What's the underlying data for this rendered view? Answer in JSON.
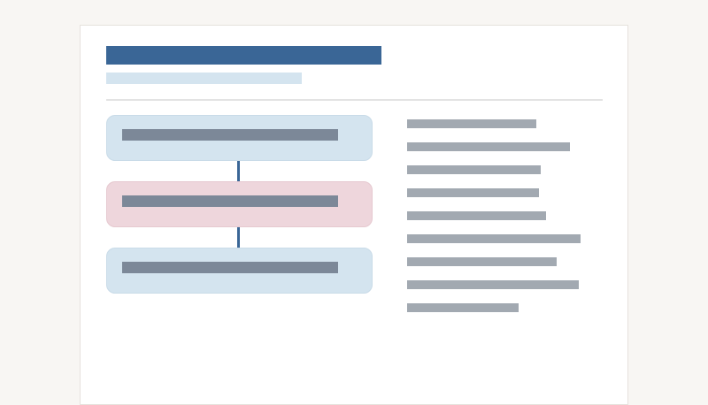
{
  "colors": {
    "page_background": "#f8f6f3",
    "card_background": "#ffffff",
    "title_bar": "#3a6696",
    "subtitle_bar": "#d4e4ef",
    "node_blue": "#d4e4ef",
    "node_pink": "#eed6dc",
    "node_text_placeholder": "#7c8898",
    "connector": "#3a6696",
    "side_text_placeholder": "#a2a9b1"
  },
  "diagram": {
    "nodes": [
      {
        "id": "step-1",
        "tone": "blue"
      },
      {
        "id": "step-2",
        "tone": "pink"
      },
      {
        "id": "step-3",
        "tone": "blue"
      }
    ],
    "edges": [
      {
        "from": "step-1",
        "to": "step-2"
      },
      {
        "from": "step-2",
        "to": "step-3"
      }
    ]
  },
  "side_panel": {
    "line_count": 9
  }
}
